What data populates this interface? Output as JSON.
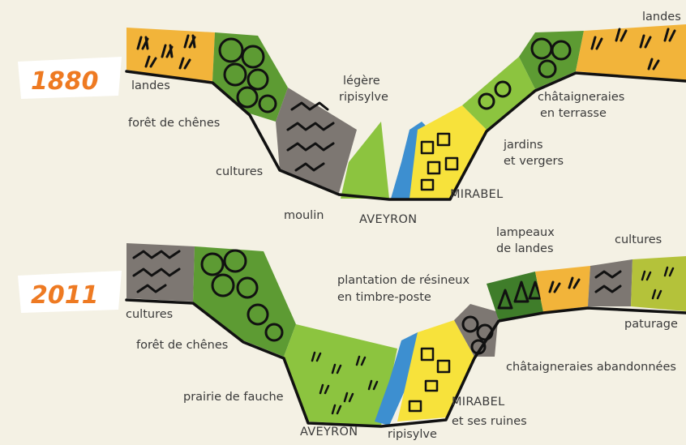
{
  "colors": {
    "background": "#f4f1e4",
    "heath_orange": "#f2b43a",
    "oak_green": "#5d9b33",
    "crop_gray": "#7d7772",
    "meadow_green": "#8cc43f",
    "village_yellow": "#f7e23b",
    "river_blue": "#3d8fd0",
    "pasture_olive": "#b4c23a",
    "year_orange": "#ee7a22"
  },
  "years": {
    "top": "1880",
    "bottom": "2011"
  },
  "top_labels": {
    "landes_left": "landes",
    "landes_right": "landes",
    "foret": "forêt de chênes",
    "legere": "légère",
    "ripisylve": "ripisylve",
    "chat1": "châtaigneraies",
    "chat2": "en terrasse",
    "cultures": "cultures",
    "jardins1": "jardins",
    "jardins2": "et vergers",
    "mirabel": "MIRABEL",
    "moulin": "moulin",
    "aveyron": "AVEYRON"
  },
  "bottom_labels": {
    "lampeaux1": "lampeaux",
    "lampeaux2": "de landes",
    "cultures_right": "cultures",
    "plantation1": "plantation de résineux",
    "plantation2": "en timbre-poste",
    "cultures_left": "cultures",
    "paturage": "paturage",
    "foret": "forêt de chênes",
    "chat_ab": "châtaigneraies abandonnées",
    "prairie": "prairie de fauche",
    "mirabel": "MIRABEL",
    "ruines": "et ses ruines",
    "aveyron": "AVEYRON",
    "ripisylve": "ripisylve"
  }
}
